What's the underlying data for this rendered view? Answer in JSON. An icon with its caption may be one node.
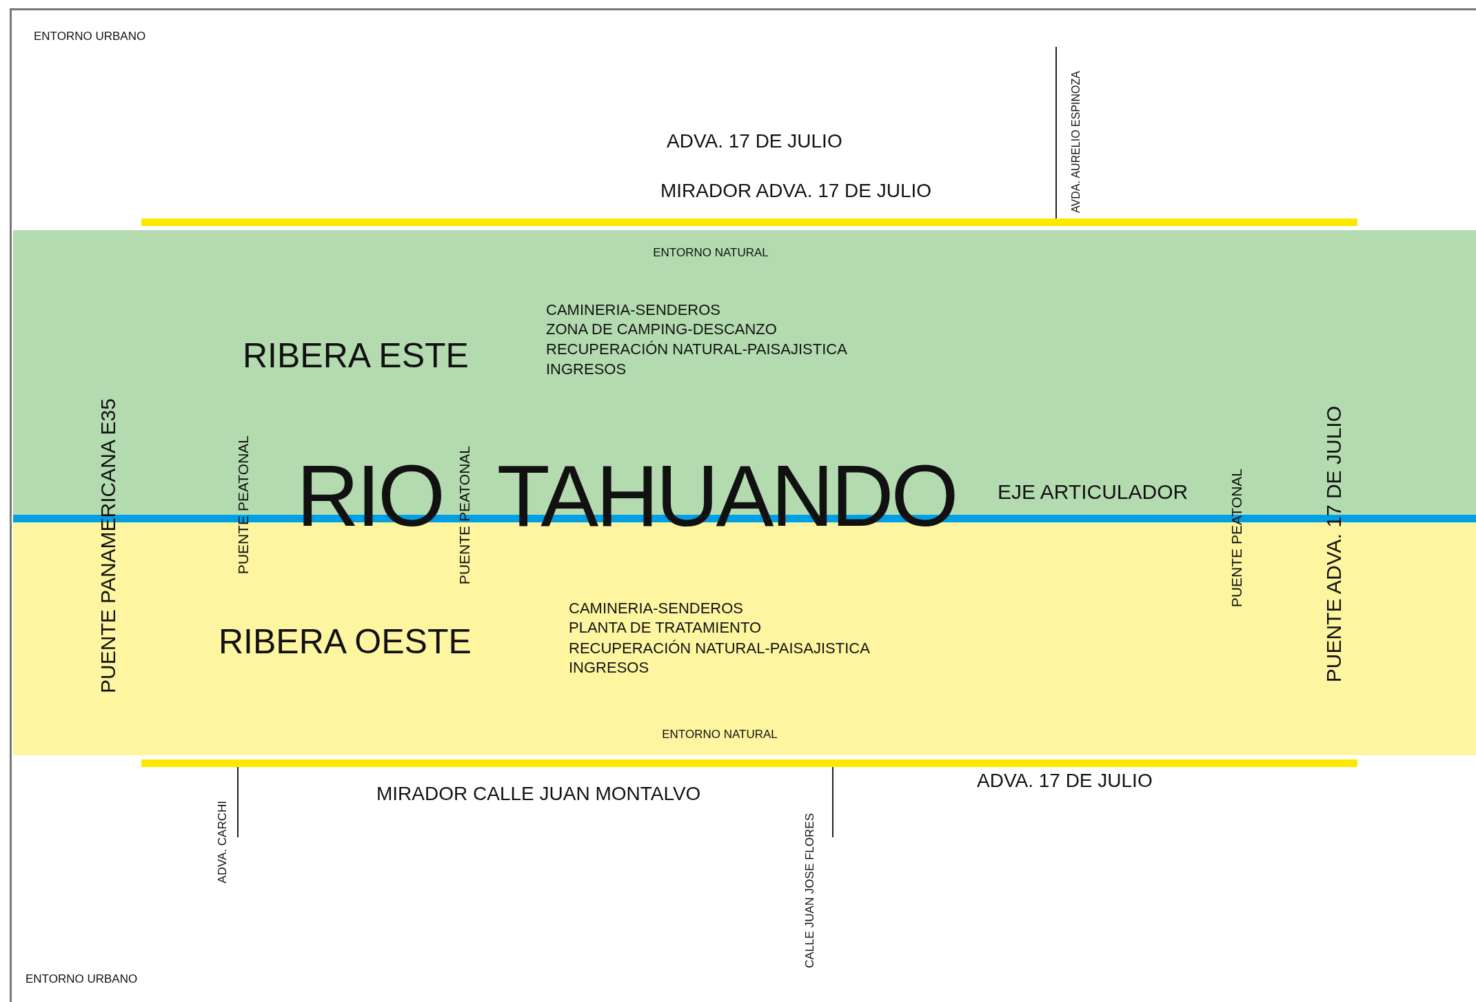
{
  "diagram": {
    "nodes": [
      {
        "text": [
          "ENTORNO NATURAL",
          "RIBERA ESTE",
          "CAMINERIA-SENDEROS",
          "ZONA DE CAMPING-DESCANZO",
          "RECUPERACIÓN NATURAL-PAISAJISTICA",
          "INGRESOS"
        ]
      },
      {
        "text": [
          "RIBERA OESTE",
          "CAMINERIA-SENDEROS",
          "PLANTA DE TRATAMIENTO",
          "RECUPERACIÓN NATURAL-PAISAJISTICA",
          "INGRESOS",
          "ENTORNO NATURAL"
        ]
      }
    ],
    "labels": [
      "ENTORNO URBANO",
      "ADVA. 17 DE JULIO",
      "AVDA. AURELIO ESPINOZA",
      "MIRADOR ADVA. 17 DE JULIO",
      "PUENTE PANAMERICANA E35",
      "PUENTE PEATONAL",
      "RIO TAHUANDO",
      "PUENTE PEATONAL",
      "EJE ARTICULADOR",
      "PUENTE PEATONAL",
      "PUENTE ADVA. 17 DE JULIO",
      "MIRADOR CALLE JUAN MONTALVO",
      "ADVA. 17 DE JULIO",
      "ADVA. CARCHI",
      "CALLE JUAN JOSE FLORES",
      "ENTORNO URBANO"
    ]
  }
}
